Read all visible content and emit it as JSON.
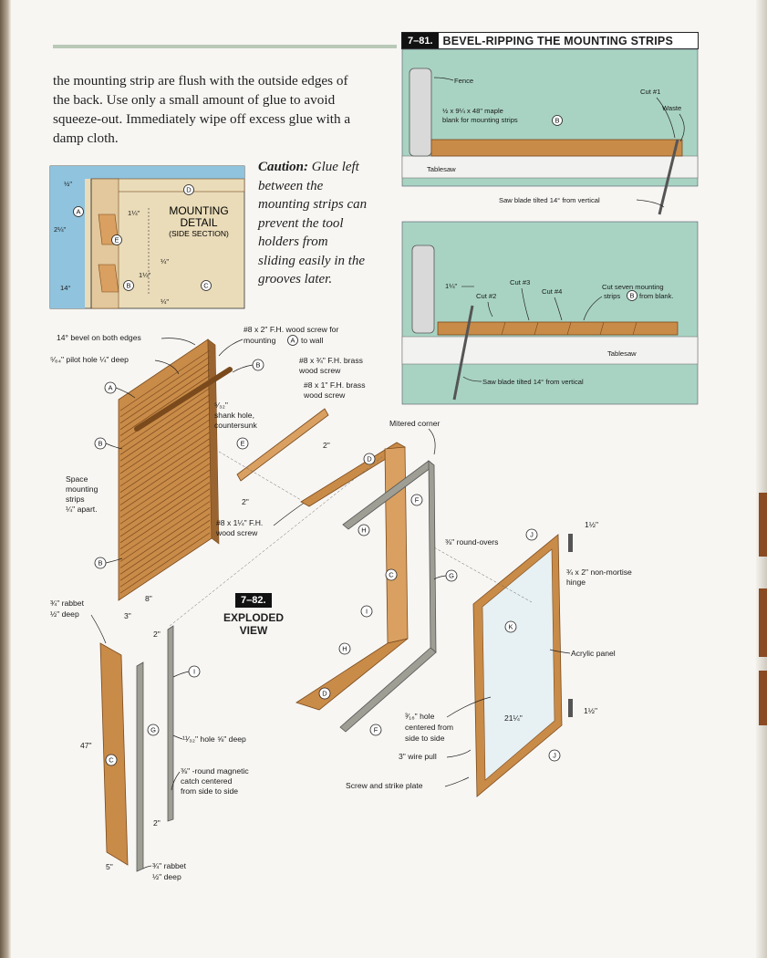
{
  "body_text": "the mounting strip are flush with the outside edges of the back. Use only a small amount of glue to avoid squeeze-out. Immediately wipe off excess glue with a damp cloth.",
  "caution": {
    "label": "Caution:",
    "text": "Glue left between the mounting strips can prevent the tool holders from sliding easily in the grooves later."
  },
  "fig_7_81": {
    "number": "7–81.",
    "title": "BEVEL-RIPPING THE MOUNTING STRIPS",
    "labels": {
      "fence": "Fence",
      "blank_line1": "½ x 9¼ x 48\" maple",
      "blank_line2": "blank for mounting strips",
      "cut1": "Cut #1",
      "waste": "Waste",
      "tablesaw_top": "Tablesaw",
      "blade_top": "Saw blade tilted 14° from vertical",
      "dim_114": "1¼\"",
      "cut2": "Cut #2",
      "cut3": "Cut #3",
      "cut4": "Cut #4",
      "cut_seven_line1": "Cut seven mounting",
      "cut_seven_line2": "strips",
      "cut_seven_line3": "from blank.",
      "tablesaw_bottom": "Tablesaw",
      "blade_bottom": "Saw blade tilted 14° from vertical"
    }
  },
  "detail": {
    "title_line1": "MOUNTING",
    "title_line2": "DETAIL",
    "subtitle": "(SIDE SECTION)",
    "dims": {
      "d_half": "½\"",
      "d_2_14": "2¼\"",
      "d_1_14_top": "1¼\"",
      "d_quarter_a": "¼\"",
      "d_1_14_mid": "1¼\"",
      "d_quarter_b": "¼\"",
      "d_14deg": "14°"
    }
  },
  "fig_7_82": {
    "number": "7–82.",
    "caption_line1": "EXPLODED",
    "caption_line2": "VIEW",
    "labels": {
      "bevel": "14° bevel on both edges",
      "pilot": "⁵⁄₆₄\" pilot hole ¼\" deep",
      "screw_2_line1": "#8 x 2\" F.H. wood screw for",
      "screw_2_line2": "mounting",
      "screw_2_line3": "to wall",
      "brass_34_line1": "#8 x ¾\" F.H. brass",
      "brass_34_line2": "wood screw",
      "brass_1_line1": "#8 x 1\" F.H. brass",
      "brass_1_line2": "wood screw",
      "shank_line1": "⁵⁄₃₂\"",
      "shank_line2": "shank hole,",
      "shank_line3": "countersunk",
      "space_line1": "Space",
      "space_line2": "mounting",
      "space_line3": "strips",
      "space_line4": "¼\" apart.",
      "mitered": "Mitered corner",
      "screw_114_line1": "#8 x 1¼\" F.H.",
      "screw_114_line2": "wood screw",
      "roundovers": "⅜\" round-overs",
      "half_top": "1½\"",
      "hinge_line1": "¾ x 2\" non-mortise",
      "hinge_line2": "hinge",
      "rabbet_top_line1": "¾\" rabbet",
      "rabbet_top_line2": "½\" deep",
      "d3": "3\"",
      "d8": "8\"",
      "d2_strip": "2\"",
      "d2_upper": "2\"",
      "acrylic": "Acrylic panel",
      "half_bottom": "1½\"",
      "d47": "47\"",
      "hole_1132": "¹¹⁄₃₂\" hole ⅝\" deep",
      "magnet_line1": "⅜\" -round magnetic",
      "magnet_line2": "catch centered",
      "magnet_line3": "from side to side",
      "hole316_line1": "³⁄₁₆\" hole",
      "hole316_line2": "centered from",
      "hole316_line3": "side to side",
      "d21": "21¼\"",
      "wirepull": "3\" wire pull",
      "strike": "Screw and strike plate",
      "d2_lower": "2\"",
      "d5": "5\"",
      "rabbet_bot_line1": "¾\" rabbet",
      "rabbet_bot_line2": "½\" deep"
    }
  },
  "part_letters": {
    "A": "A",
    "B": "B",
    "C": "C",
    "D": "D",
    "E": "E",
    "F": "F",
    "G": "G",
    "H": "H",
    "I": "I",
    "J": "J",
    "K": "K"
  },
  "colors": {
    "wood": "#c98b48",
    "fig_panel_green": "#a8d3c3",
    "detail_blue": "#8fc3de",
    "detail_beige": "#eadcb9"
  }
}
